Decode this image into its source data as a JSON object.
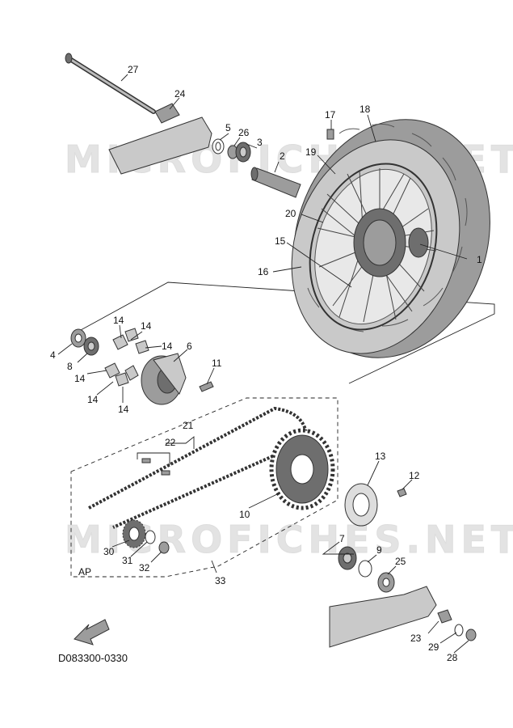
{
  "watermark": "MICROFICHES.NET",
  "kit_label": "AP",
  "diagram_code": "D083300-0330",
  "callouts": {
    "c1": "1",
    "c2": "2",
    "c3": "3",
    "c4": "4",
    "c5": "5",
    "c6": "6",
    "c7": "7",
    "c8": "8",
    "c9": "9",
    "c10": "10",
    "c11": "11",
    "c12": "12",
    "c13": "13",
    "c14a": "14",
    "c14b": "14",
    "c14c": "14",
    "c14d": "14",
    "c14e": "14",
    "c14f": "14",
    "c15": "15",
    "c16": "16",
    "c17": "17",
    "c18": "18",
    "c19": "19",
    "c20": "20",
    "c21": "21",
    "c22": "22",
    "c23": "23",
    "c24": "24",
    "c25": "25",
    "c26": "26",
    "c27": "27",
    "c28": "28",
    "c29": "29",
    "c30": "30",
    "c31": "31",
    "c32": "32",
    "c33": "33"
  },
  "icons": {
    "front_arrow": "front-direction-arrow-icon"
  }
}
